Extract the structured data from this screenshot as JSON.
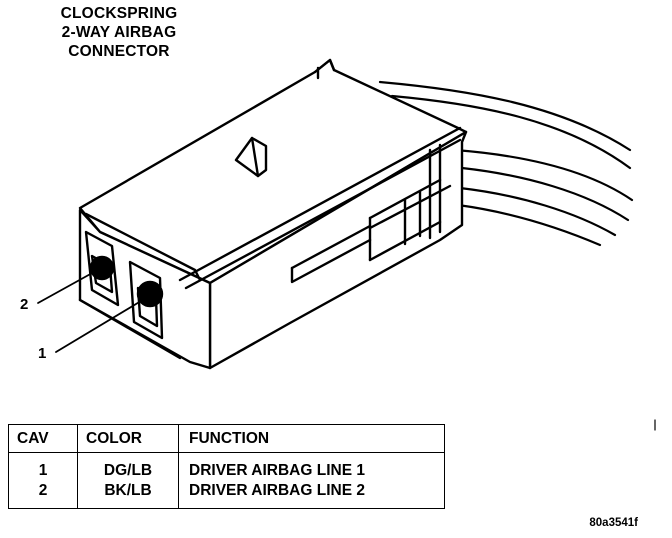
{
  "title_lines": [
    "CLOCKSPRING",
    "2-WAY AIRBAG",
    "CONNECTOR"
  ],
  "callouts": {
    "pin2": "2",
    "pin1": "1"
  },
  "table": {
    "headers": {
      "cav": "CAV",
      "color": "COLOR",
      "function": "FUNCTION"
    },
    "rows": [
      {
        "cav": "1",
        "color": "DG/LB",
        "function": "DRIVER AIRBAG LINE 1"
      },
      {
        "cav": "2",
        "color": "BK/LB",
        "function": "DRIVER AIRBAG LINE 2"
      }
    ]
  },
  "figure_id": "80a3541f"
}
